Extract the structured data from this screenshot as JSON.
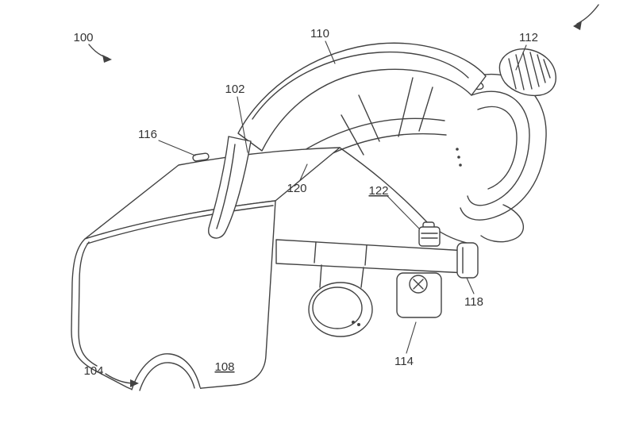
{
  "figure": {
    "background_color": "#ffffff",
    "line_color": "#424242",
    "label_color": "#333333"
  },
  "labels": [
    {
      "id": "100",
      "text": "100",
      "underlined": false
    },
    {
      "id": "110",
      "text": "110",
      "underlined": false
    },
    {
      "id": "112",
      "text": "112",
      "underlined": false
    },
    {
      "id": "102",
      "text": "102",
      "underlined": false
    },
    {
      "id": "116",
      "text": "116",
      "underlined": false
    },
    {
      "id": "120",
      "text": "120",
      "underlined": false
    },
    {
      "id": "122",
      "text": "122",
      "underlined": true
    },
    {
      "id": "118",
      "text": "118",
      "underlined": false
    },
    {
      "id": "114",
      "text": "114",
      "underlined": false
    },
    {
      "id": "108",
      "text": "108",
      "underlined": true
    },
    {
      "id": "104",
      "text": "104",
      "underlined": false
    }
  ]
}
